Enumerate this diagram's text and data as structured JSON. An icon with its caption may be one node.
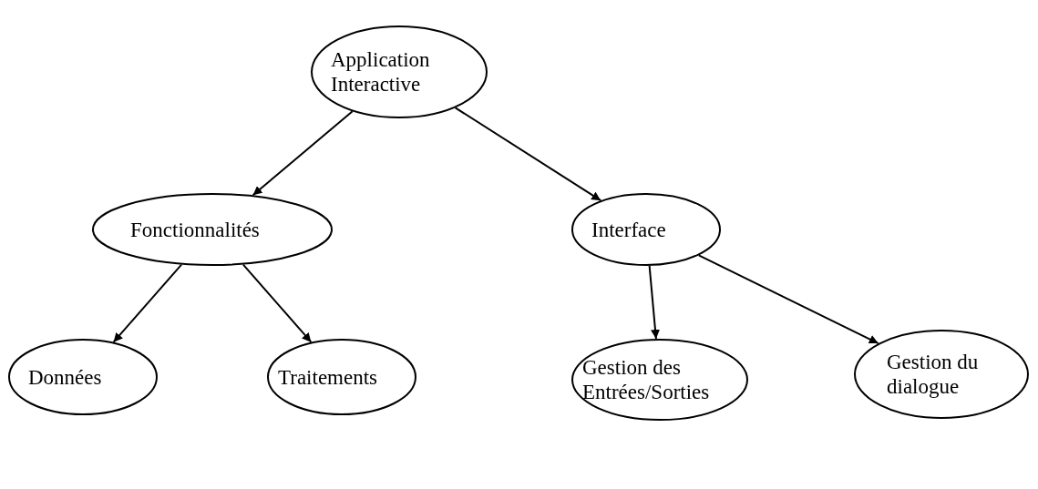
{
  "diagram": {
    "nodes": [
      {
        "text": [
          "Application Interactive"
        ]
      },
      {
        "text": [
          "Fonctionnalités"
        ]
      },
      {
        "text": [
          "Interface"
        ]
      },
      {
        "text": [
          "Données"
        ]
      },
      {
        "text": [
          "Traitements"
        ]
      },
      {
        "text": [
          "Gestion des Entrées/Sorties"
        ]
      },
      {
        "text": [
          "Gestion du dialogue"
        ]
      }
    ],
    "edges": [
      {
        "from": 0,
        "to": 1,
        "arrow": "to"
      },
      {
        "from": 0,
        "to": 2,
        "arrow": "to"
      },
      {
        "from": 1,
        "to": 3,
        "arrow": "to"
      },
      {
        "from": 1,
        "to": 4,
        "arrow": "to"
      },
      {
        "from": 2,
        "to": 5,
        "arrow": "to"
      },
      {
        "from": 2,
        "to": 6,
        "arrow": "to"
      }
    ]
  }
}
